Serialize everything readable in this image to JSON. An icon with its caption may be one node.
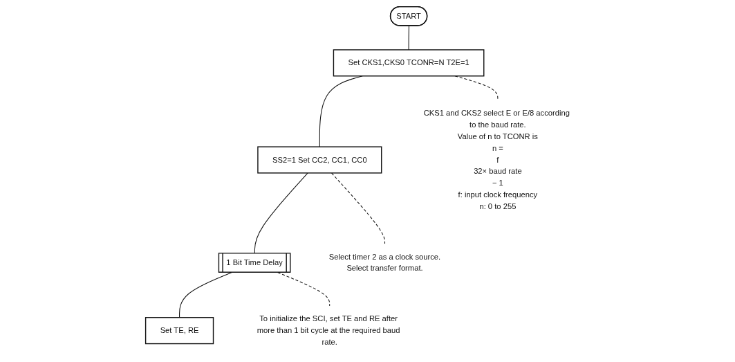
{
  "diagram": {
    "nodes": [
      {
        "text": [
          "START"
        ]
      },
      {
        "text": [
          "Set CKS1,CKS0 TCONR=N T2E=1"
        ]
      },
      {
        "text": [
          "SS2=1 Set CC2, CC1, CC0"
        ]
      },
      {
        "text": [
          "1 Bit Time Delay"
        ]
      },
      {
        "text": [
          "Set TE, RE"
        ]
      },
      {
        "text": [
          "CKS1 and CKS2 select E or E/8 according to the baud rate.",
          "Value of n to TCONR is",
          "n =",
          "f",
          "32× baud rate",
          "− 1",
          "f: input clock frequency",
          "n: 0 to 255"
        ]
      },
      {
        "text": [
          "Select timer 2 as a clock source.",
          "Select transfer format."
        ]
      },
      {
        "text": [
          "To initialize the SCI, set TE and RE after more than 1 bit cycle at the required baud rate."
        ]
      }
    ],
    "edges": [
      {
        "from": 0,
        "to": 1,
        "arrow": "none"
      },
      {
        "from": 1,
        "to": 2,
        "arrow": "none"
      },
      {
        "from": 2,
        "to": 3,
        "arrow": "none"
      },
      {
        "from": 3,
        "to": 4,
        "arrow": "none"
      },
      {
        "from": 1,
        "to": 5,
        "arrow": "none",
        "style": "dashed"
      },
      {
        "from": 2,
        "to": 6,
        "arrow": "none",
        "style": "dashed"
      },
      {
        "from": 3,
        "to": 7,
        "arrow": "none",
        "style": "dashed"
      }
    ]
  }
}
